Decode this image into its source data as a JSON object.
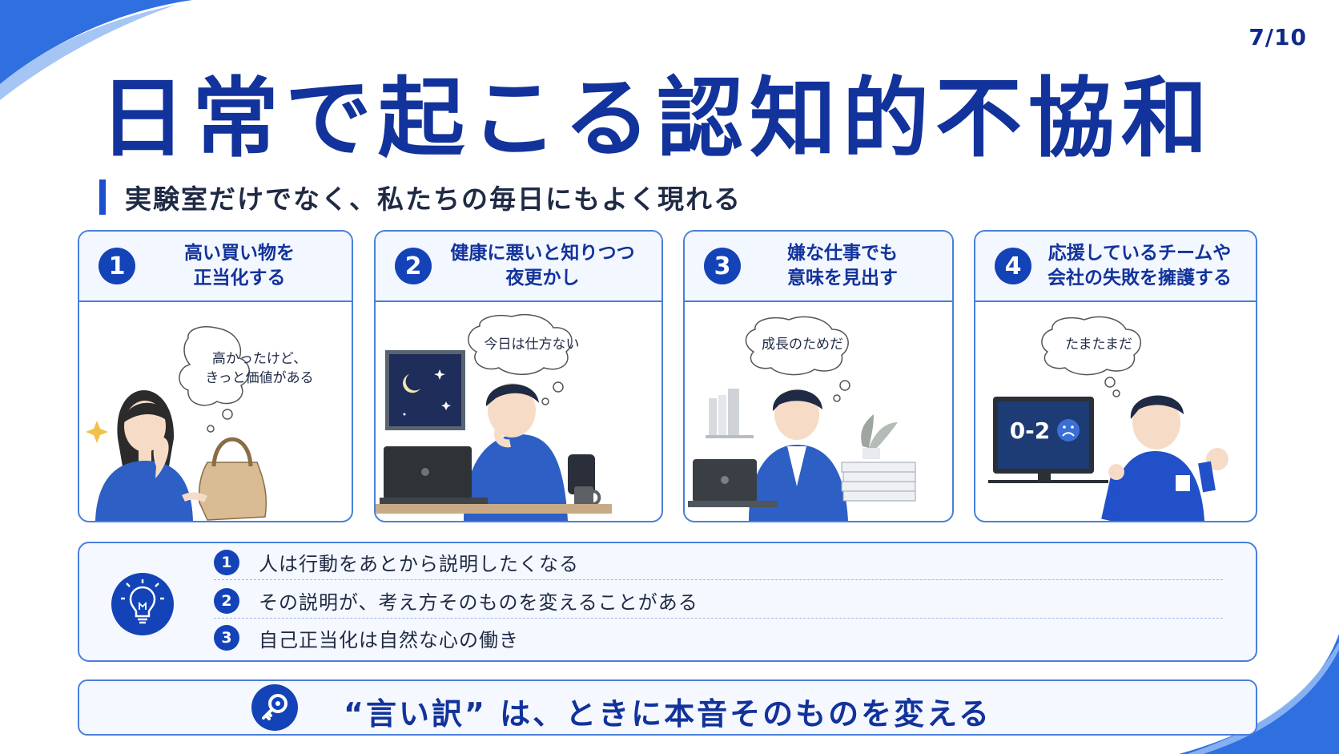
{
  "page": {
    "number": "7/10"
  },
  "header": {
    "title": "日常で起こる認知的不協和",
    "subtitle": "実験室だけでなく、私たちの毎日にもよく現れる"
  },
  "cards": [
    {
      "number": "1",
      "title": "高い買い物を\n正当化する",
      "bubble": "高かったけど、\nきっと価値がある"
    },
    {
      "number": "2",
      "title": "健康に悪いと知りつつ\n夜更かし",
      "bubble": "今日は仕方ない"
    },
    {
      "number": "3",
      "title": "嫌な仕事でも\n意味を見出す",
      "bubble": "成長のためだ"
    },
    {
      "number": "4",
      "title": "応援しているチームや\n会社の失敗を擁護する",
      "bubble": "たまたまだ",
      "score": "0-2"
    }
  ],
  "points": {
    "icon": "lightbulb-icon",
    "items": [
      {
        "number": "1",
        "text": "人は行動をあとから説明したくなる"
      },
      {
        "number": "2",
        "text": "その説明が、考え方そのものを変えることがある"
      },
      {
        "number": "3",
        "text": "自己正当化は自然な心の働き"
      }
    ]
  },
  "footer": {
    "icon": "key-icon",
    "text": "“言い訳” は、ときに本音そのものを変える"
  },
  "colors": {
    "primary": "#12339b",
    "accent": "#1443b8",
    "border": "#4a7fd8"
  }
}
